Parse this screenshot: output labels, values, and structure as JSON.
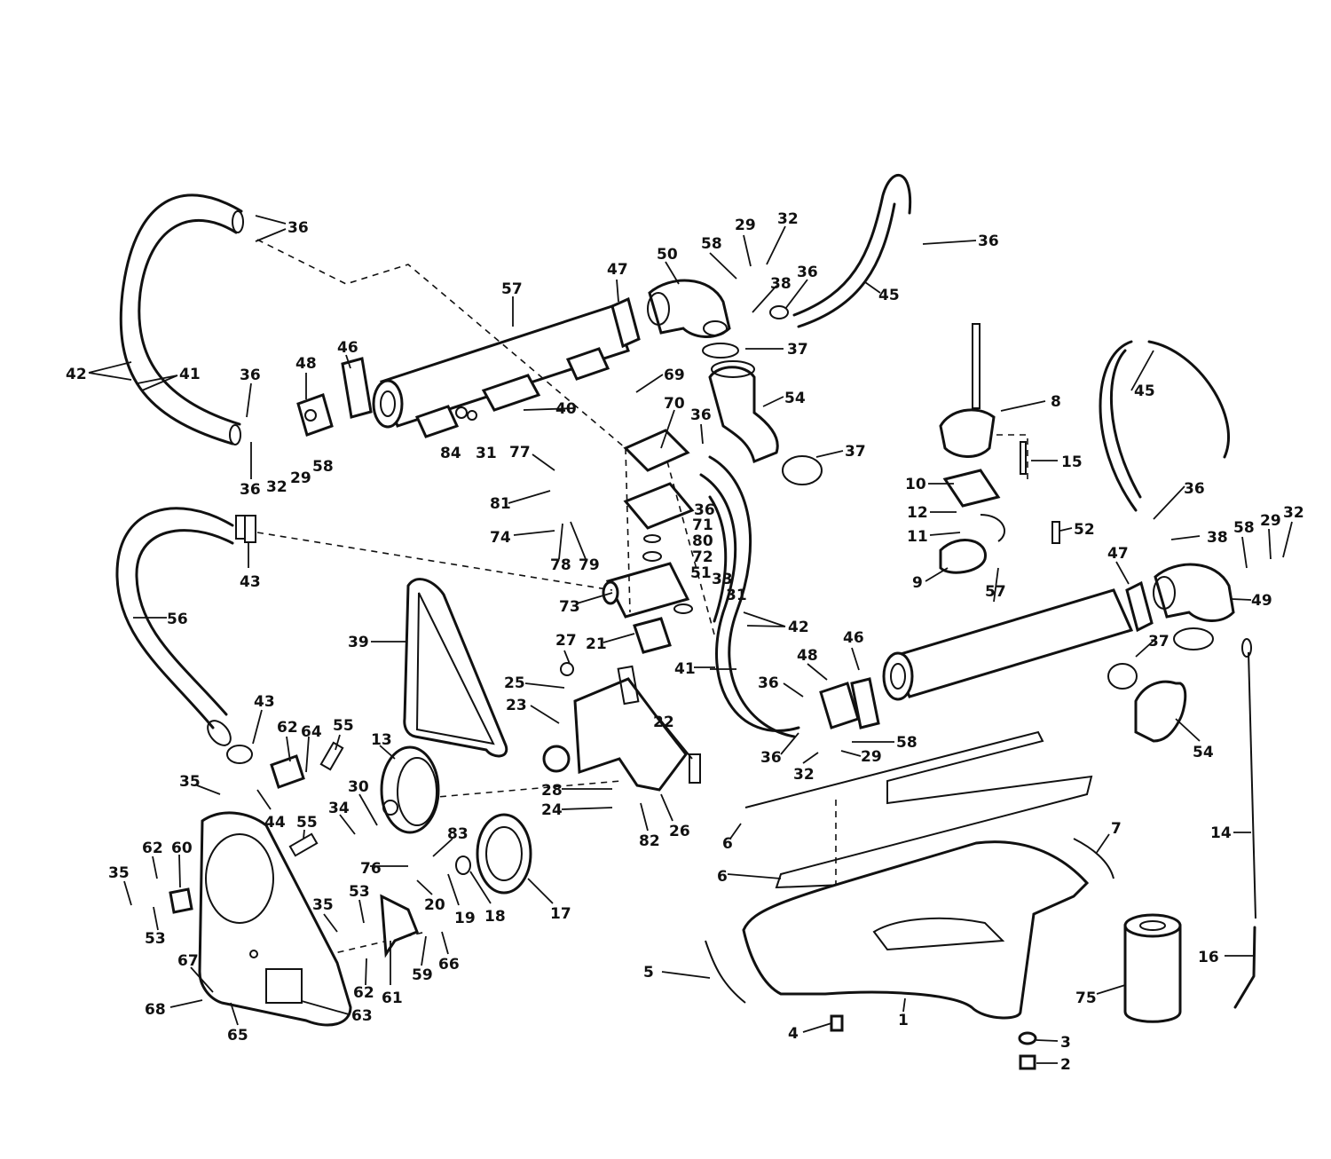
{
  "diagram": {
    "callouts": [
      {
        "id": "c-36-a",
        "text": "36"
      },
      {
        "id": "c-42",
        "text": "42"
      },
      {
        "id": "c-41-a",
        "text": "41"
      },
      {
        "id": "c-36-b",
        "text": "36"
      },
      {
        "id": "c-36-c",
        "text": "36"
      },
      {
        "id": "c-32-a",
        "text": "32"
      },
      {
        "id": "c-29-a",
        "text": "29"
      },
      {
        "id": "c-58-a",
        "text": "58"
      },
      {
        "id": "c-48-a",
        "text": "48"
      },
      {
        "id": "c-46-a",
        "text": "46"
      },
      {
        "id": "c-57-a",
        "text": "57"
      },
      {
        "id": "c-84",
        "text": "84"
      },
      {
        "id": "c-31-a",
        "text": "31"
      },
      {
        "id": "c-40",
        "text": "40"
      },
      {
        "id": "c-47-a",
        "text": "47"
      },
      {
        "id": "c-50",
        "text": "50"
      },
      {
        "id": "c-58-b",
        "text": "58"
      },
      {
        "id": "c-29-b",
        "text": "29"
      },
      {
        "id": "c-32-b",
        "text": "32"
      },
      {
        "id": "c-38-a",
        "text": "38"
      },
      {
        "id": "c-36-d",
        "text": "36"
      },
      {
        "id": "c-36-e",
        "text": "36"
      },
      {
        "id": "c-45-a",
        "text": "45"
      },
      {
        "id": "c-37-a",
        "text": "37"
      },
      {
        "id": "c-54-a",
        "text": "54"
      },
      {
        "id": "c-37-b",
        "text": "37"
      },
      {
        "id": "c-69",
        "text": "69"
      },
      {
        "id": "c-70",
        "text": "70"
      },
      {
        "id": "c-36-f",
        "text": "36"
      },
      {
        "id": "c-36-g",
        "text": "36"
      },
      {
        "id": "c-77",
        "text": "77"
      },
      {
        "id": "c-81",
        "text": "81"
      },
      {
        "id": "c-74",
        "text": "74"
      },
      {
        "id": "c-78",
        "text": "78"
      },
      {
        "id": "c-79",
        "text": "79"
      },
      {
        "id": "c-71",
        "text": "71"
      },
      {
        "id": "c-80",
        "text": "80"
      },
      {
        "id": "c-72",
        "text": "72"
      },
      {
        "id": "c-51-a",
        "text": "51"
      },
      {
        "id": "c-33",
        "text": "33"
      },
      {
        "id": "c-31-b",
        "text": "31"
      },
      {
        "id": "c-42-b",
        "text": "42"
      },
      {
        "id": "c-73",
        "text": "73"
      },
      {
        "id": "c-21",
        "text": "21"
      },
      {
        "id": "c-43-a",
        "text": "43"
      },
      {
        "id": "c-56",
        "text": "56"
      },
      {
        "id": "c-43-b",
        "text": "43"
      },
      {
        "id": "c-39",
        "text": "39"
      },
      {
        "id": "c-27",
        "text": "27"
      },
      {
        "id": "c-25",
        "text": "25"
      },
      {
        "id": "c-23",
        "text": "23"
      },
      {
        "id": "c-22",
        "text": "22"
      },
      {
        "id": "c-41-b",
        "text": "41"
      },
      {
        "id": "c-28",
        "text": "28"
      },
      {
        "id": "c-24",
        "text": "24"
      },
      {
        "id": "c-82",
        "text": "82"
      },
      {
        "id": "c-26",
        "text": "26"
      },
      {
        "id": "c-13",
        "text": "13"
      },
      {
        "id": "c-30",
        "text": "30"
      },
      {
        "id": "c-34",
        "text": "34"
      },
      {
        "id": "c-83",
        "text": "83"
      },
      {
        "id": "c-76",
        "text": "76"
      },
      {
        "id": "c-20",
        "text": "20"
      },
      {
        "id": "c-19",
        "text": "19"
      },
      {
        "id": "c-18",
        "text": "18"
      },
      {
        "id": "c-17",
        "text": "17"
      },
      {
        "id": "c-62-a",
        "text": "62"
      },
      {
        "id": "c-64",
        "text": "64"
      },
      {
        "id": "c-55-a",
        "text": "55"
      },
      {
        "id": "c-35-a",
        "text": "35"
      },
      {
        "id": "c-44",
        "text": "44"
      },
      {
        "id": "c-55-b",
        "text": "55"
      },
      {
        "id": "c-62-b",
        "text": "62"
      },
      {
        "id": "c-60",
        "text": "60"
      },
      {
        "id": "c-35-b",
        "text": "35"
      },
      {
        "id": "c-53-a",
        "text": "53"
      },
      {
        "id": "c-35-c",
        "text": "35"
      },
      {
        "id": "c-53-b",
        "text": "53"
      },
      {
        "id": "c-62-c",
        "text": "62"
      },
      {
        "id": "c-61",
        "text": "61"
      },
      {
        "id": "c-59",
        "text": "59"
      },
      {
        "id": "c-66",
        "text": "66"
      },
      {
        "id": "c-67",
        "text": "67"
      },
      {
        "id": "c-68",
        "text": "68"
      },
      {
        "id": "c-65",
        "text": "65"
      },
      {
        "id": "c-63",
        "text": "63"
      },
      {
        "id": "c-8",
        "text": "8"
      },
      {
        "id": "c-15",
        "text": "15"
      },
      {
        "id": "c-10",
        "text": "10"
      },
      {
        "id": "c-12",
        "text": "12"
      },
      {
        "id": "c-11",
        "text": "11"
      },
      {
        "id": "c-9",
        "text": "9"
      },
      {
        "id": "c-52",
        "text": "52"
      },
      {
        "id": "c-45-b",
        "text": "45"
      },
      {
        "id": "c-36-h",
        "text": "36"
      },
      {
        "id": "c-38-b",
        "text": "38"
      },
      {
        "id": "c-58-c",
        "text": "58"
      },
      {
        "id": "c-29-c",
        "text": "29"
      },
      {
        "id": "c-32-c",
        "text": "32"
      },
      {
        "id": "c-47-b",
        "text": "47"
      },
      {
        "id": "c-49",
        "text": "49"
      },
      {
        "id": "c-57-b",
        "text": "57"
      },
      {
        "id": "c-37-c",
        "text": "37"
      },
      {
        "id": "c-54-b",
        "text": "54"
      },
      {
        "id": "c-46-b",
        "text": "46"
      },
      {
        "id": "c-48-b",
        "text": "48"
      },
      {
        "id": "c-36-i",
        "text": "36"
      },
      {
        "id": "c-36-j",
        "text": "36"
      },
      {
        "id": "c-32-d",
        "text": "32"
      },
      {
        "id": "c-29-d",
        "text": "29"
      },
      {
        "id": "c-58-d",
        "text": "58"
      },
      {
        "id": "c-6-a",
        "text": "6"
      },
      {
        "id": "c-6-b",
        "text": "6"
      },
      {
        "id": "c-7",
        "text": "7"
      },
      {
        "id": "c-5",
        "text": "5"
      },
      {
        "id": "c-1",
        "text": "1"
      },
      {
        "id": "c-4",
        "text": "4"
      },
      {
        "id": "c-3",
        "text": "3"
      },
      {
        "id": "c-2",
        "text": "2"
      },
      {
        "id": "c-75",
        "text": "75"
      },
      {
        "id": "c-14",
        "text": "14"
      },
      {
        "id": "c-16",
        "text": "16"
      }
    ]
  }
}
